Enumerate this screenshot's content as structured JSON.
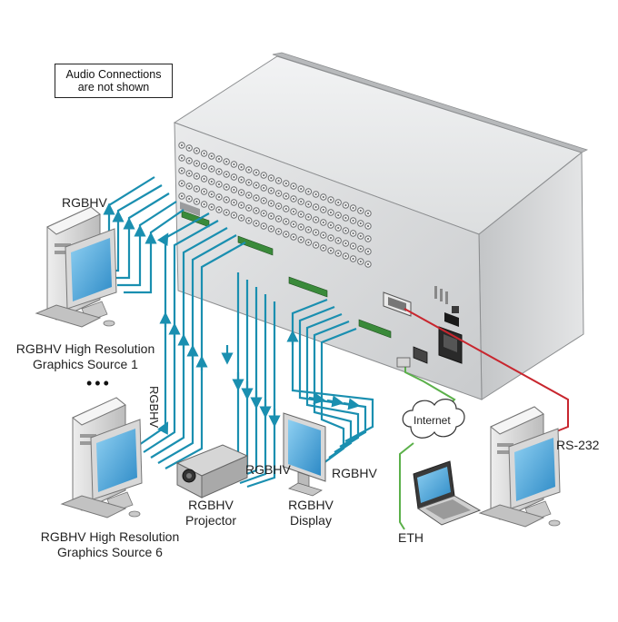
{
  "note": {
    "line1": "Audio Connections",
    "line2": "are not shown"
  },
  "labels": {
    "source1_rgbhv": "RGBHV",
    "source1_name_line1": "RGBHV High Resolution",
    "source1_name_line2": "Graphics Source 1",
    "ellipsis": "•••",
    "source6_rgbhv": "RGBHV",
    "source6_name_line1": "RGBHV High Resolution",
    "source6_name_line2": "Graphics Source 6",
    "projector_rgbhv": "RGBHV",
    "projector_name_line1": "RGBHV",
    "projector_name_line2": "Projector",
    "display_rgbhv": "RGBHV",
    "display_name_line1": "RGBHV",
    "display_name_line2": "Display",
    "internet": "Internet",
    "eth": "ETH",
    "rs232": "RS-232"
  },
  "colors": {
    "cable_video": "#1a8fb0",
    "cable_eth": "#5bb04a",
    "cable_rs232": "#c8262e",
    "chassis": "#d9dbdd",
    "screen": "#4aa8dc"
  }
}
